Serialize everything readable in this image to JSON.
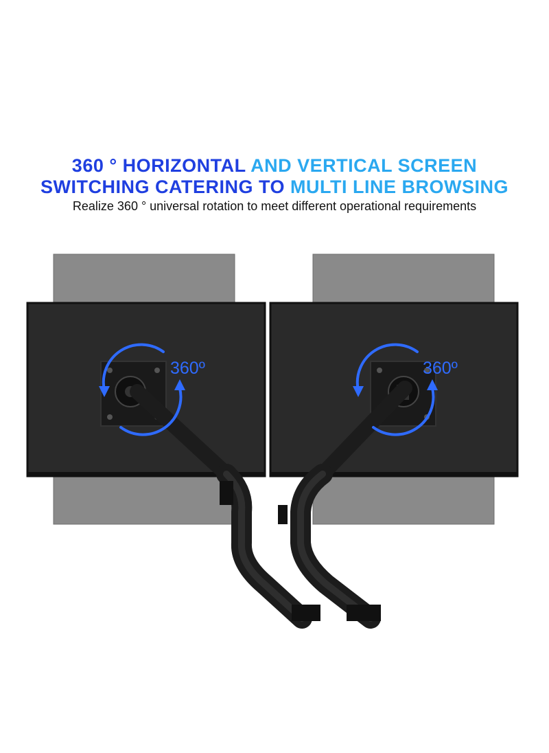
{
  "headline": {
    "line1_part1": "360 ° HORIZONTAL ",
    "line1_part2": "AND VERTICAL SCREEN",
    "line2_part1": "SWITCHING CATERING TO ",
    "line2_part2": "MULTI LINE BROWSING"
  },
  "subheadline": "Realize 360 ° universal rotation to meet different operational requirements",
  "rotation_labels": {
    "left": "360º",
    "right": "360º"
  },
  "colors": {
    "headline_dark_blue": "#1f3fe0",
    "headline_light_blue": "#2aa8f0",
    "arrow_blue": "#2f6bff",
    "monitor_black": "#2a2a2a",
    "ghost_gray": "#8a8a8a",
    "arm_black": "#1c1c1c"
  }
}
